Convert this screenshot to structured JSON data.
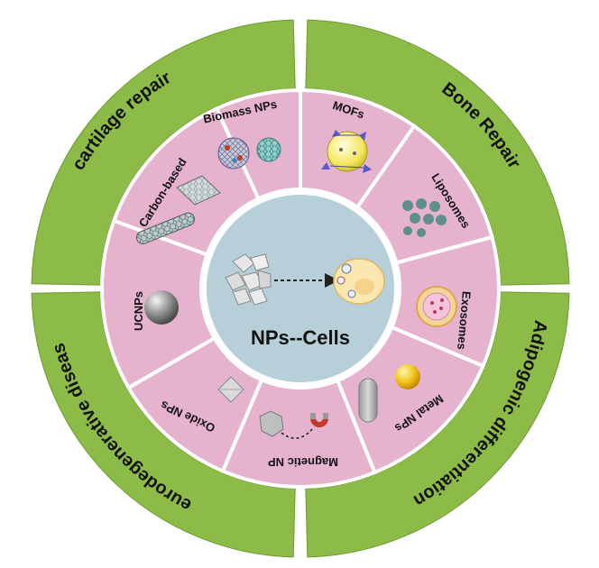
{
  "center": {
    "title": "NPs--Cells"
  },
  "quadrants": [
    {
      "id": "cartilage",
      "label": "cartilage repair"
    },
    {
      "id": "bone",
      "label": "Bone Repair"
    },
    {
      "id": "adipogenic",
      "label": "Adipogenic differentiation"
    },
    {
      "id": "neuro",
      "label": "neurodegenerative diseases"
    }
  ],
  "segments": [
    {
      "id": "biomass",
      "label": "Biomass NPs"
    },
    {
      "id": "mofs",
      "label": "MOFs"
    },
    {
      "id": "liposomes",
      "label": "Liposomes"
    },
    {
      "id": "exosomes",
      "label": "Exosomes"
    },
    {
      "id": "metal",
      "label": "Metal NPs"
    },
    {
      "id": "magnetic",
      "label": "Magnetic NP"
    },
    {
      "id": "oxide",
      "label": "Oxide NPs"
    },
    {
      "id": "ucnps",
      "label": "UCNPs"
    },
    {
      "id": "carbon",
      "label": "Carbon-based"
    }
  ],
  "colors": {
    "outer_ring": "#8dbb47",
    "outer_ring_stroke": "#6f9a33",
    "segment_fill": "#e6b3cf",
    "center_fill": "#b7cfd8",
    "separator": "#ffffff"
  }
}
